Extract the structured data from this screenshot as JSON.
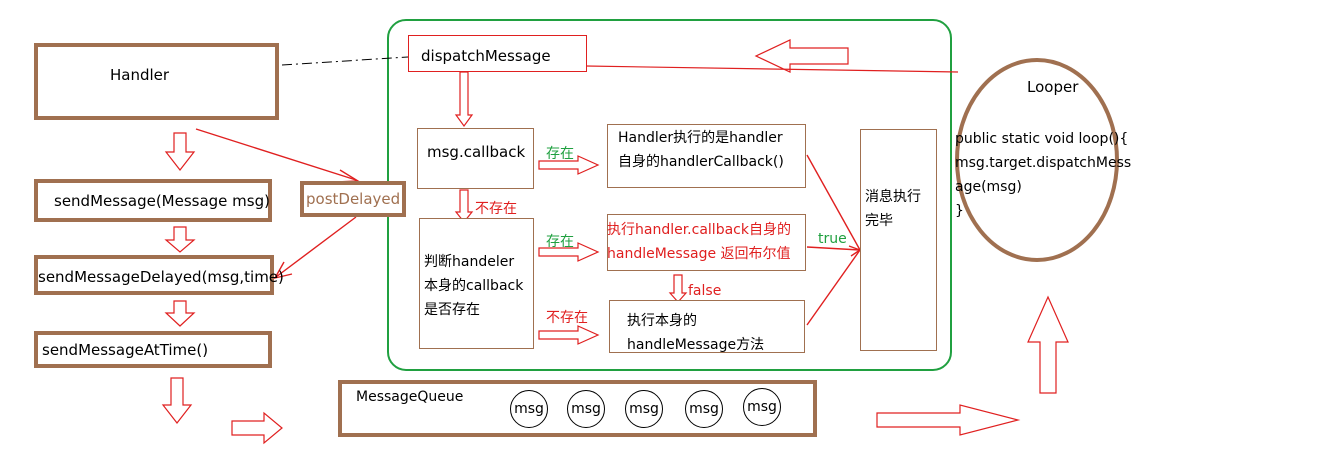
{
  "nodes": {
    "handler": "Handler",
    "send_message": "sendMessage(Message msg)",
    "send_message_delayed": "sendMessageDelayed(msg,time)",
    "send_message_at_time": "sendMessageAtTime()",
    "post_delayed": "postDelayed",
    "dispatch_message": "dispatchMessage",
    "msg_callback": "msg.callback",
    "handler_callback": "Handler执行的是handler\n自身的handlerCallback()",
    "check_callback": "判断handeler\n本身的callback\n是否存在",
    "callback_handle": "执行handler.callback自身的\nhandleMessage 返回布尔值",
    "own_handle": "执行本身的\nhandleMessage方法",
    "done": "消息执行\n完毕",
    "message_queue": "MessageQueue",
    "msgs": [
      "msg",
      "msg",
      "msg",
      "msg",
      "msg"
    ],
    "looper": "Looper",
    "looper_code": "public static void loop(){\nmsg.target.dispatchMess\nage(msg)\n}"
  },
  "labels": {
    "exists1": "存在",
    "not_exists1": "不存在",
    "exists2": "存在",
    "true_label": "true",
    "false_label": "false",
    "not_exists2": "不存在"
  },
  "colors": {
    "box_border": "#a07050",
    "arrow": "#e02020",
    "container": "#20a040",
    "exists_text": "#20a040",
    "not_exists_text": "#e02020"
  }
}
